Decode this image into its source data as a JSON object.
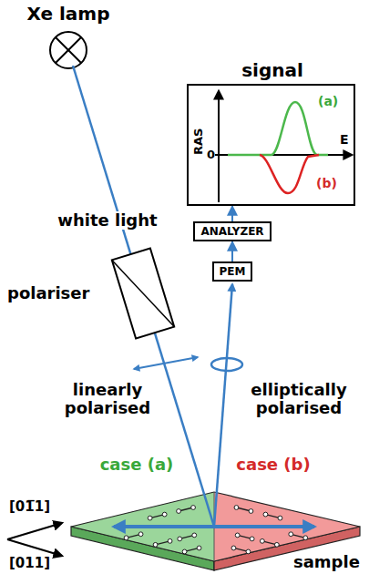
{
  "diagram": {
    "nodes": [
      {
        "text": [
          "signal",
          "RAS",
          "0",
          "E",
          "(a)",
          "(b)"
        ]
      },
      {
        "text": [
          "ANALYZER"
        ]
      },
      {
        "text": [
          "PEM"
        ]
      }
    ],
    "edges": [
      {
        "from": 2,
        "to": 1,
        "arrow": "to"
      },
      {
        "from": 1,
        "to": 0,
        "arrow": "to"
      }
    ],
    "labels": [
      "Xe lamp",
      "white light",
      "polariser",
      "linearly polarised",
      "elliptically polarised",
      "case (a)",
      "case (b)",
      "[01̅1]",
      "[011]",
      "sample"
    ]
  }
}
